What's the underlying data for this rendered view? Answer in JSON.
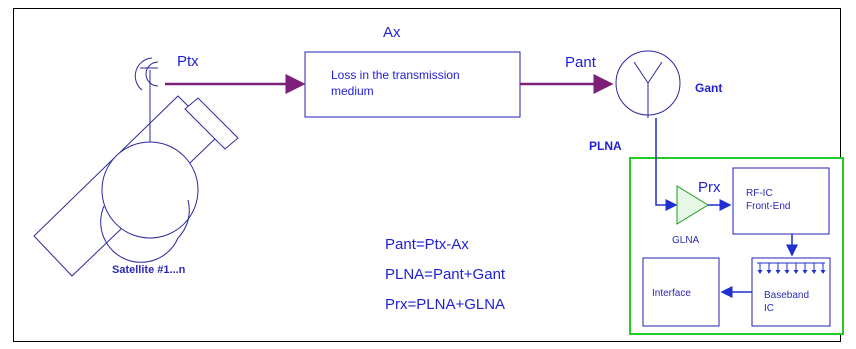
{
  "labels": {
    "ptx": "Ptx",
    "ax": "Ax",
    "loss_line1": "Loss in the transmission",
    "loss_line2": "medium",
    "pant": "Pant",
    "gant": "Gant",
    "plna": "PLNA",
    "prx": "Prx",
    "glna": "GLNA",
    "rfic_line1": "RF-IC",
    "rfic_line2": "Front-End",
    "baseband_line1": "Baseband",
    "baseband_line2": "IC",
    "interface": "Interface",
    "satellite": "Satellite #1...n"
  },
  "equations": [
    "Pant=Ptx-Ax",
    "PLNA=Pant+Gant",
    "Prx=PLNA+GLNA"
  ],
  "colors": {
    "signal_arrow": "#7b1f7b",
    "block_outline": "#2222bb",
    "receiver_border": "#22cc22",
    "lna_fill": "#e6f7e6",
    "text_blue": "#1f1fd6"
  }
}
